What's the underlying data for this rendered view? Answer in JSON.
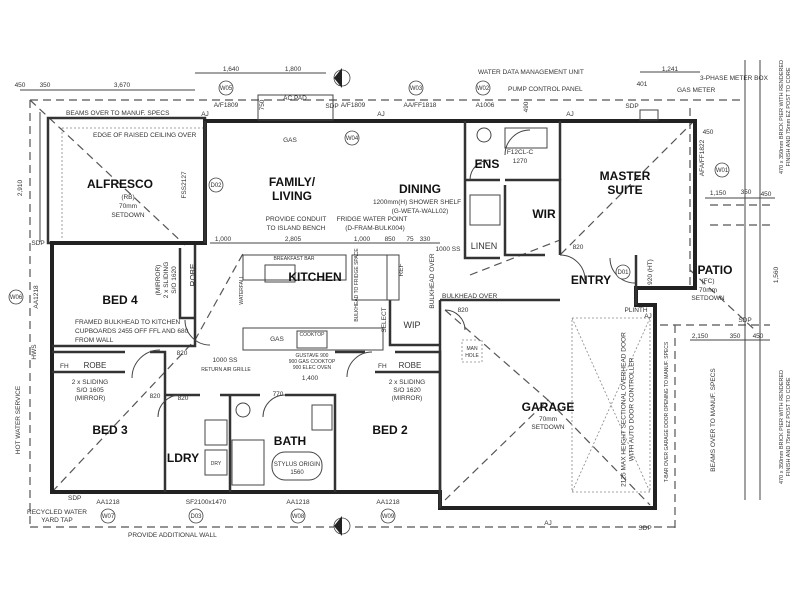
{
  "rooms": {
    "alfresco": "ALFRESCO",
    "alfresco_code": "(RB)",
    "alfresco_setdown": "70mm",
    "alfresco_setdown2": "SETDOWN",
    "family1": "FAMILY/",
    "family2": "LIVING",
    "dining": "DINING",
    "kitchen": "KITCHEN",
    "ens": "ENS",
    "wir": "WIR",
    "linen": "LINEN",
    "master1": "MASTER",
    "master2": "SUITE",
    "entry": "ENTRY",
    "patio": "PATIO",
    "patio_code": "(FC)",
    "patio_setdown": "70mm",
    "patio_setdown2": "SETDOWN",
    "bed4": "BED 4",
    "bed3": "BED 3",
    "bed2": "BED 2",
    "ldry": "LDRY",
    "bath": "BATH",
    "wip": "WIP",
    "garage": "GARAGE",
    "garage_setdown": "70mm",
    "garage_setdown2": "SETDOWN",
    "robe": "ROBE",
    "fh": "FH"
  },
  "dims": {
    "d450": "450",
    "d350": "350",
    "d3670": "3,670",
    "d1640": "1,640",
    "d1800": "1,800",
    "d2910": "2,910",
    "d1000": "1,000",
    "d2805": "2,805",
    "d850": "850",
    "d75": "75",
    "d330": "330",
    "d1241": "1,241",
    "d401": "401",
    "d1150": "1,150",
    "d2150": "2,150",
    "d1400": "1,400",
    "d820": "820",
    "d770": "770",
    "d750": "750",
    "d490": "490",
    "d1560": "1,560"
  },
  "windows": {
    "w05": "W05",
    "w04": "W04",
    "w03": "W03",
    "w02": "W02",
    "w01": "W01",
    "w06": "W06",
    "w07": "W07",
    "w08": "W08",
    "w09": "W09",
    "d01": "D01",
    "d02": "D02",
    "d03": "D03",
    "af1809": "A/F1809",
    "aaff1818": "AA/FF1818",
    "a1006": "A1006",
    "afaff1822": "AFA/FF1822",
    "fss2127": "FSS2127",
    "aa1218": "AA1218",
    "sf2100": "SF2100x1470"
  },
  "notes": {
    "beams": "BEAMS OVER TO MANUF. SPECS",
    "raised_ceiling": "EDGE OF RAISED CEILING OVER",
    "ac_pad": "AC PAD",
    "gas": "GAS",
    "sdp": "SDP",
    "aj": "AJ",
    "water_data": "WATER DATA MANAGEMENT UNIT",
    "pump": "PUMP CONTROL PANEL",
    "meter_box": "3-PHASE METER BOX",
    "gas_meter": "GAS METER",
    "basin": "F12CL-C",
    "basin_size": "1270",
    "shower_shelf": "1200mm(H) SHOWER SHELF",
    "shower_shelf_code": "(G-WETA-WALL02)",
    "conduit1": "PROVIDE CONDUIT",
    "conduit2": "TO ISLAND BENCH",
    "fridge1": "FRIDGE WATER POINT",
    "fridge2": "(D-FRAM-BULK004)",
    "ss1000": "1000 SS",
    "breakfast_bar": "BREAKFAST BAR",
    "pier": "470 x 350mm BRICK PIER WITH RENDERED FINISH AND 75mm EZ POST TO CORE",
    "bulkhead_over": "BULKHEAD OVER",
    "framed1": "FRAMED BULKHEAD TO KITCHEN",
    "framed2": "CUPBOARDS 2455 OFF FFL AND 680",
    "framed3": "FROM WALL",
    "sliding": "2 x SLIDING",
    "so1605": "S/O 1605",
    "so1620": "S/O 1620",
    "mirror": "(MIRROR)",
    "return_air": "RETURN AIR GRILLE",
    "cooktop1": "GUSTAVE 900",
    "cooktop2": "900 GAS COOKTOP",
    "cooktop3": "900 ELEC OVEN",
    "cooktop": "COOKTOP",
    "bath_model": "STYLUS ORIGIN",
    "bath_size": "1560",
    "recycled1": "RECYCLED WATER",
    "recycled2": "YARD TAP",
    "additional_wall": "PROVIDE ADDITIONAL WALL",
    "hot_water": "HOT WATER SERVICE",
    "hws": "HWS",
    "garage_door": "2125 MAX HEIGHT SECTIONAL OVERHEAD DOOR WITH AUTO DOOR CONTROLLER",
    "tbar": "T-BAR OVER GARAGE DOOR OPENING TO MANUF. SPECS",
    "plinth": "PLINTH",
    "manhole1": "MAN",
    "manhole2": "HOLE",
    "waterfall": "WATERFALL",
    "fridge_space": "BULKHEAD TO FRIDGE SPACE",
    "ref": "REF",
    "ss920": "920 (HT)",
    "select": "SELECT",
    "dry": "DRY"
  }
}
